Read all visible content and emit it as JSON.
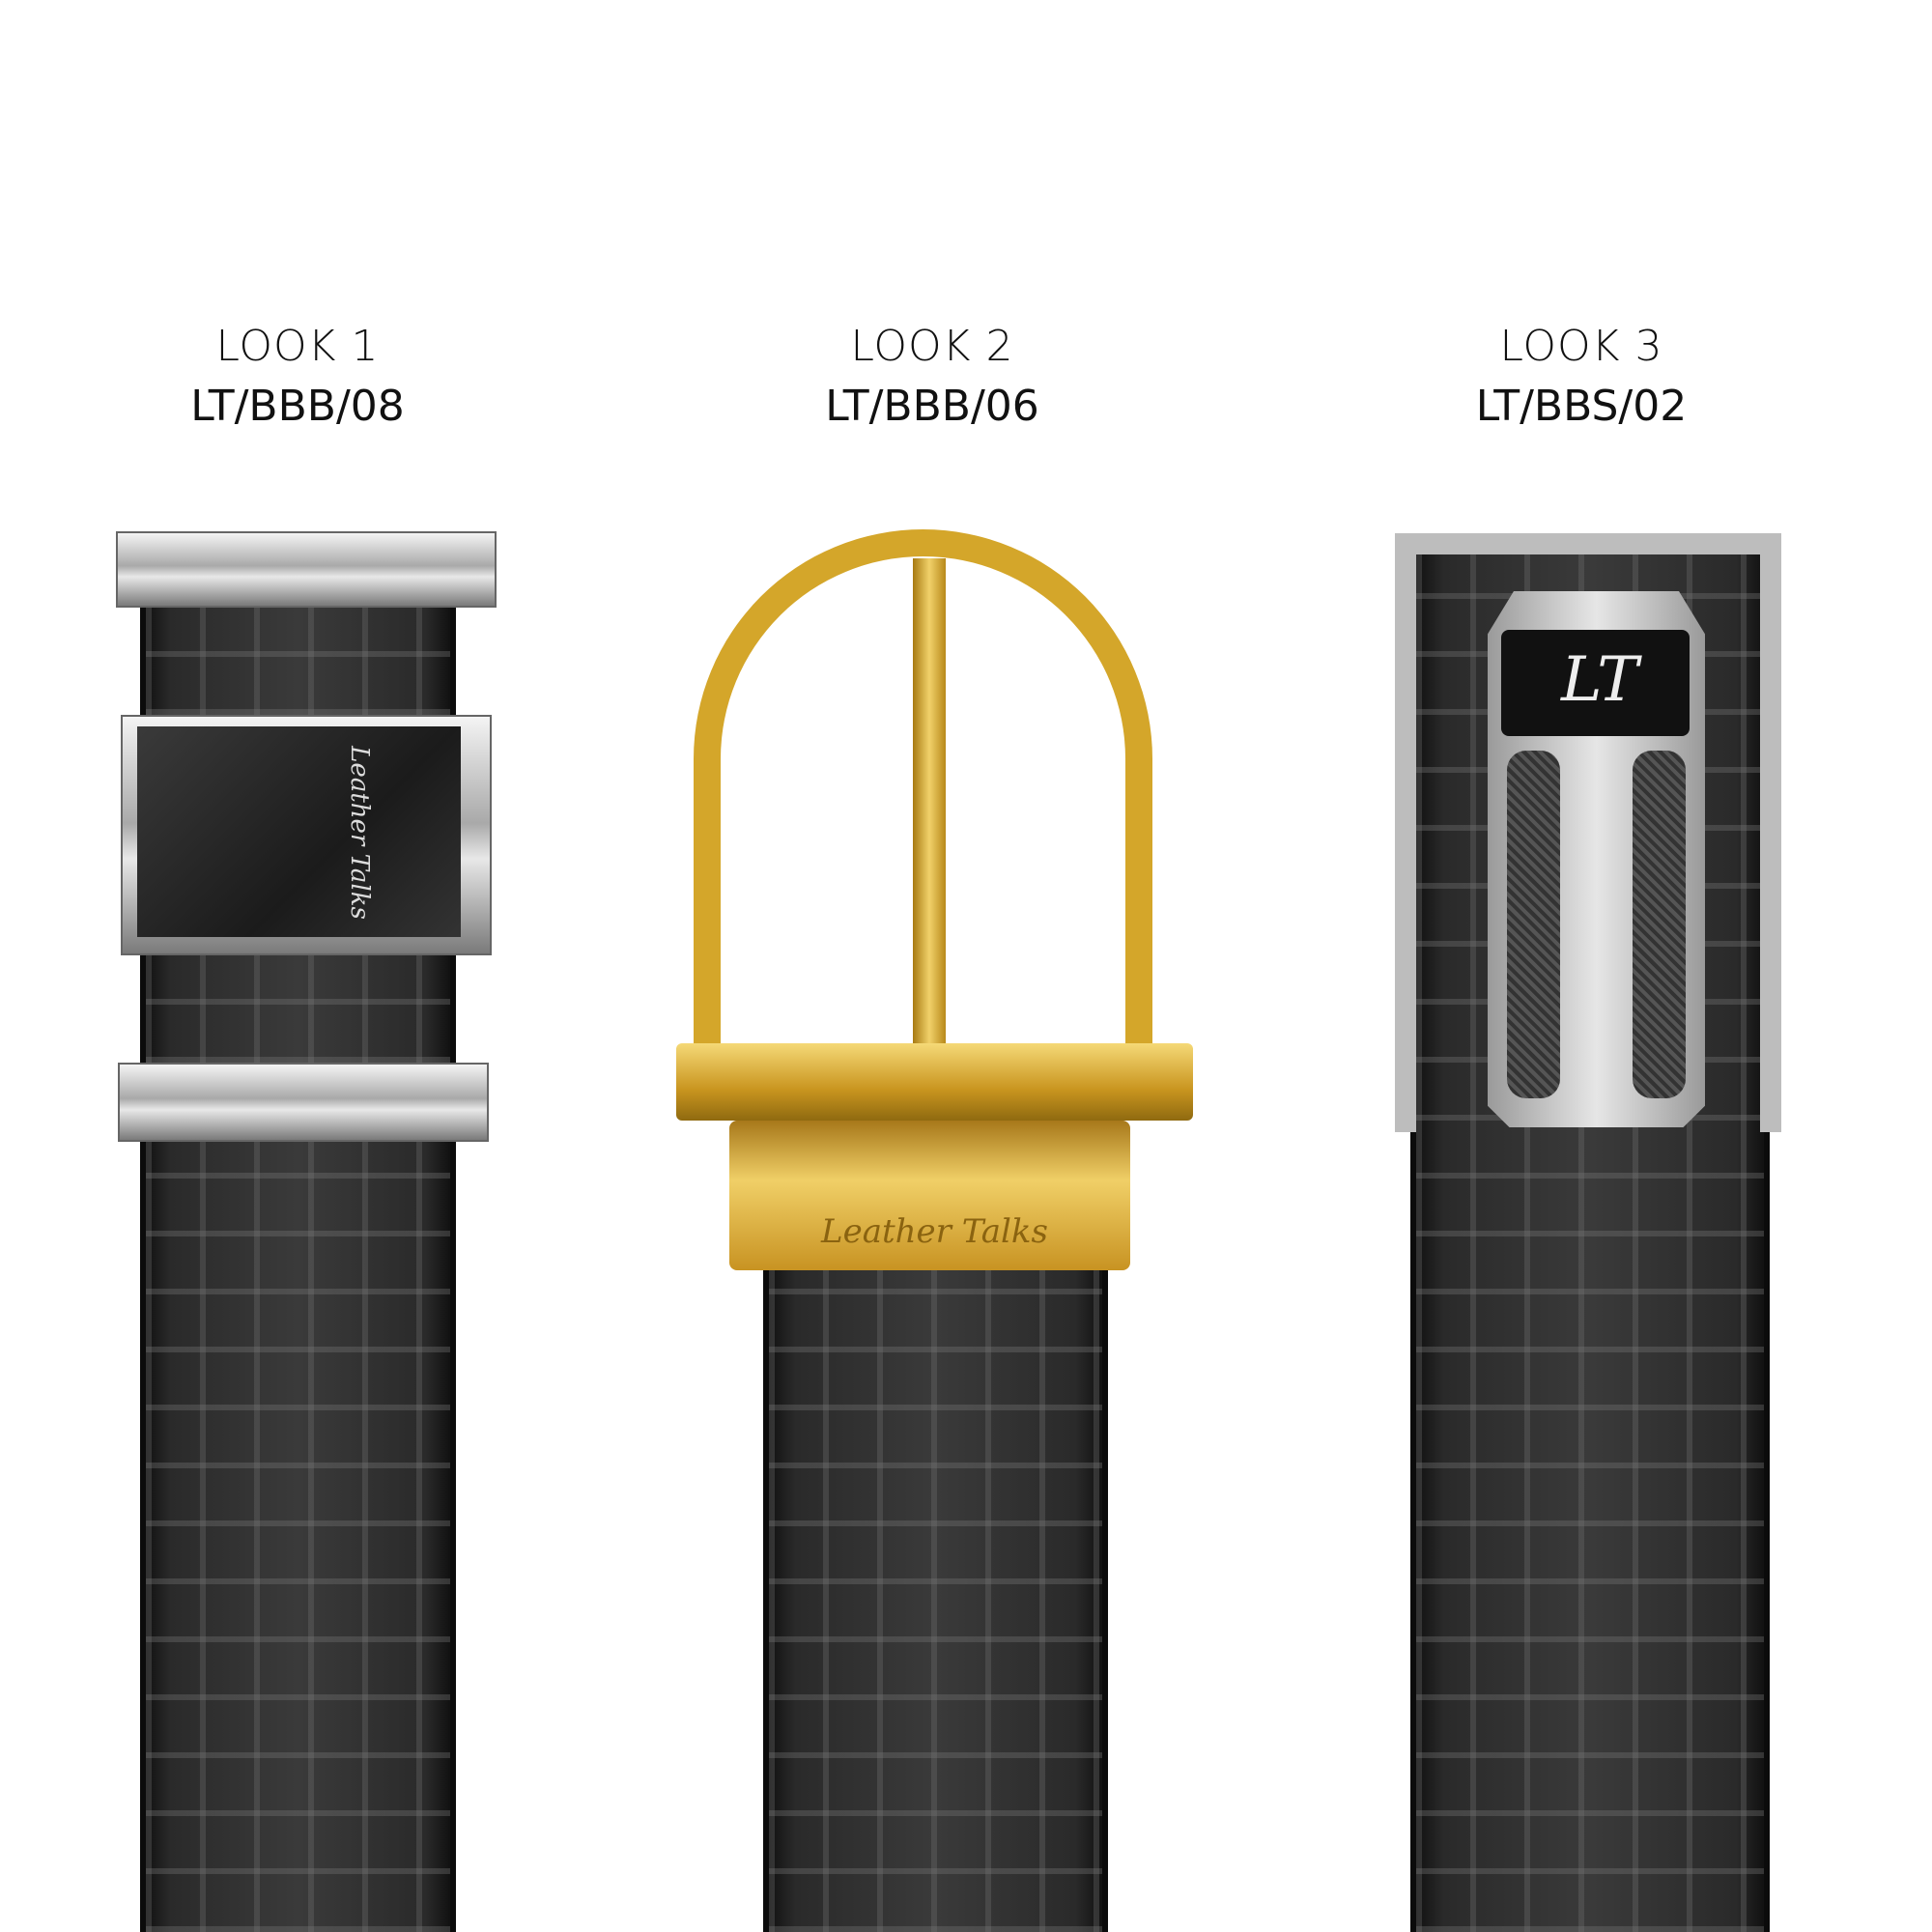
{
  "looks": [
    {
      "title": "LOOK 1",
      "code": "LT/BBB/08",
      "buckle_finish": "silver",
      "logo": "Leather Talks"
    },
    {
      "title": "LOOK 2",
      "code": "LT/BBB/06",
      "buckle_finish": "gold",
      "logo": "Leather Talks"
    },
    {
      "title": "LOOK 3",
      "code": "LT/BBS/02",
      "buckle_finish": "silver",
      "logo": "LT"
    }
  ],
  "colors": {
    "gold": "#d4a62a",
    "silver": "#c8c8c8",
    "leather": "#2a2a2a",
    "background": "#ffffff"
  }
}
